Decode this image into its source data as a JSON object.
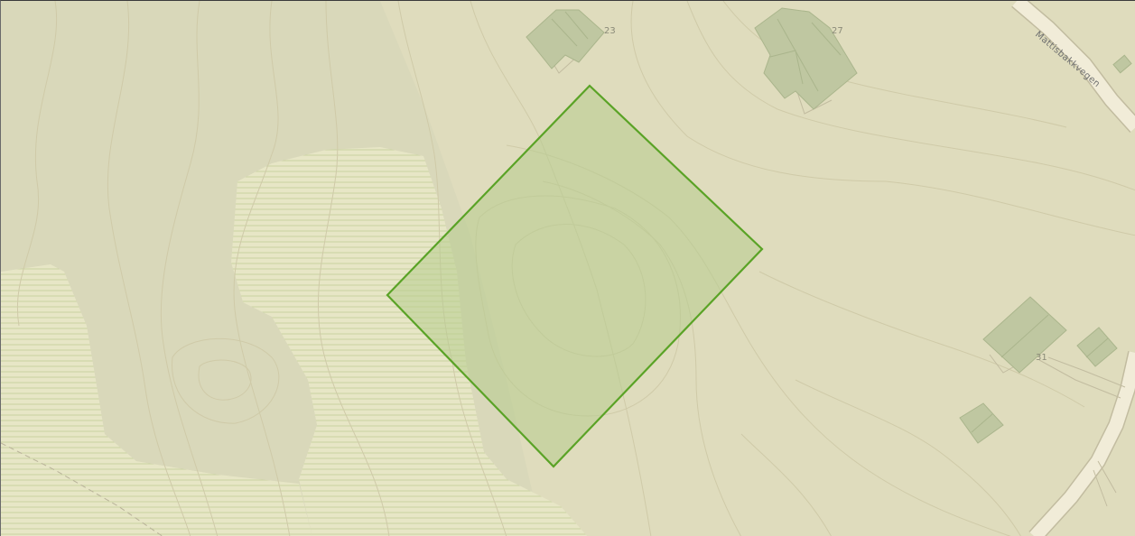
{
  "map": {
    "colors": {
      "background": "#dfdcbd",
      "forest_shade": "#d9d8ba",
      "marsh_fill": "#e7e6c6",
      "marsh_stripe": "#c9d2a0",
      "contour": "#cfcaa8",
      "building": "#bfc7a1",
      "building_edge": "#aab58c",
      "road_fill": "#f1ecd8",
      "road_edge": "#c2bca0",
      "selection_fill": "#b6cc8e",
      "selection_stroke": "#5aa326"
    },
    "house_numbers": {
      "n23": "23",
      "n27": "27",
      "n31": "31"
    },
    "roads": {
      "mattisbakkvegen": "Mattisbakkvegen"
    },
    "selection": {
      "shape": "rotated-square"
    }
  }
}
